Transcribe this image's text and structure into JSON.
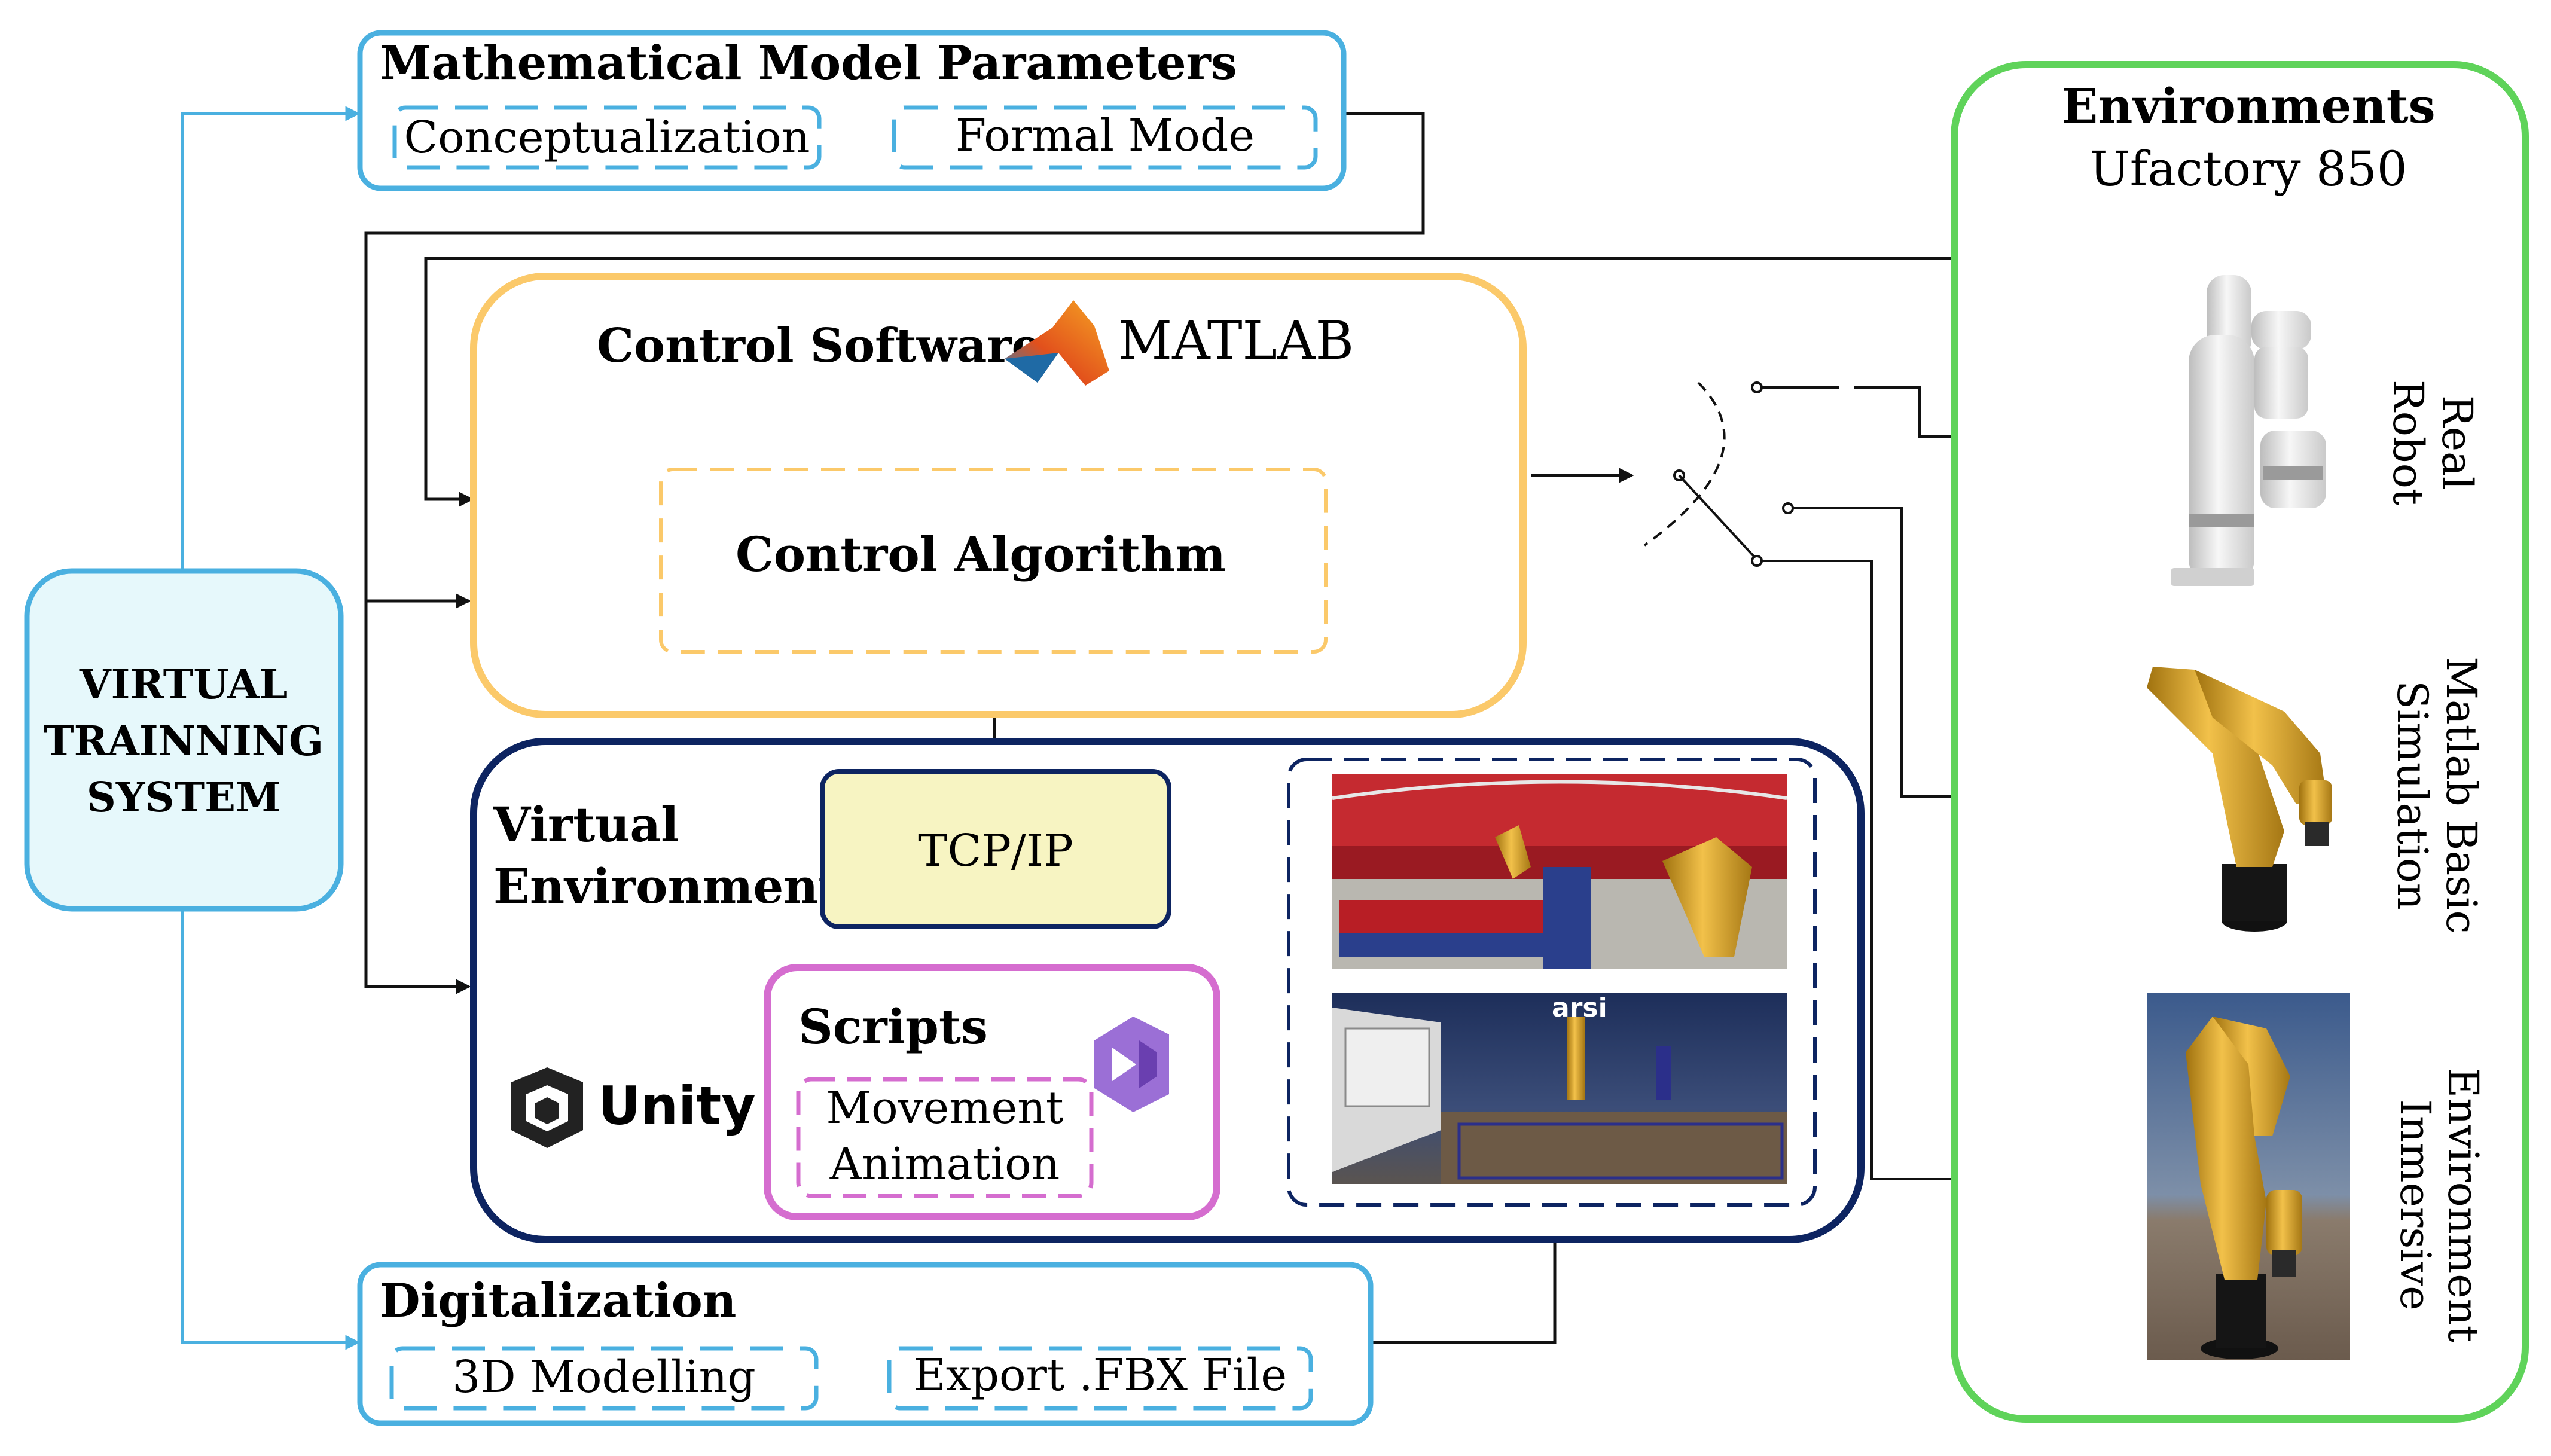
{
  "colors": {
    "blue": "#4ab0e0",
    "orange": "#fbc96a",
    "navy": "#0d2461",
    "magenta": "#d56dcf",
    "green": "#5fd35a",
    "tcp_fill": "#f7f4c2",
    "vts_fill": "#e6f8fb",
    "robot_white": "#e7e7e7",
    "robot_gold": "#d6a12a",
    "scene_red": "#b81e25",
    "scene_blue": "#2a3f8c"
  },
  "system": {
    "title_lines": [
      "VIRTUAL",
      "TRAINNING",
      "SYSTEM"
    ]
  },
  "math_model": {
    "title": "Mathematical Model Parameters",
    "items": [
      "Conceptualization",
      "Formal Mode"
    ]
  },
  "control": {
    "title": "Control Software",
    "matlab_label": "MATLAB",
    "algorithm": "Control Algorithm"
  },
  "virtual_env": {
    "title_lines": [
      "Virtual",
      "Environment"
    ],
    "tcp": "TCP/IP",
    "scripts": "Scripts",
    "script_items": [
      "Movement",
      "Animation"
    ],
    "unity_label": "Unity",
    "scene_logo": "arsi"
  },
  "digitalization": {
    "title": "Digitalization",
    "items": [
      "3D Modelling",
      "Export .FBX File"
    ]
  },
  "environments": {
    "title": "Environments",
    "subtitle": "Ufactory 850",
    "labels": [
      [
        "Real",
        "Robot"
      ],
      [
        "Matlab Basic",
        "Simulation"
      ],
      [
        "Environment",
        "Inmersive"
      ]
    ]
  },
  "icons": [
    "matlab-logo-icon",
    "unity-logo-icon",
    "visual-studio-icon",
    "switch-icon"
  ]
}
